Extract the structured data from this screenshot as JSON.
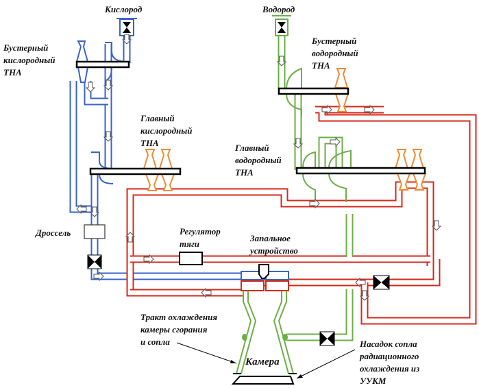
{
  "colors": {
    "oxygen": "#3a63c8",
    "hydrogen": "#6cae46",
    "hot_gas": "#d42a1a",
    "turbine": "#f08a30"
  },
  "labels": {
    "oxygen": "Кислород",
    "hydrogen": "Водород",
    "booster_ox_tpa": [
      "Бустерный",
      "кислородный",
      "ТНА"
    ],
    "main_ox_tpa": [
      "Главный",
      "кислородный",
      "ТНА"
    ],
    "booster_h_tpa": [
      "Бустерный",
      "водородный",
      "ТНА"
    ],
    "main_h_tpa": [
      "Главный",
      "водородный",
      "ТНА"
    ],
    "throttle": "Дроссель",
    "thrust_regulator": [
      "Регулятор",
      "тяги"
    ],
    "igniter": [
      "Запальное",
      "устройство"
    ],
    "cooling_path": [
      "Тракт охлаждения",
      "камеры сгорания",
      "и сопла"
    ],
    "chamber": "Камера",
    "nozzle_extension": [
      "Насадок сопла",
      "радиационного",
      "охлаждения из",
      "УУКМ"
    ]
  }
}
